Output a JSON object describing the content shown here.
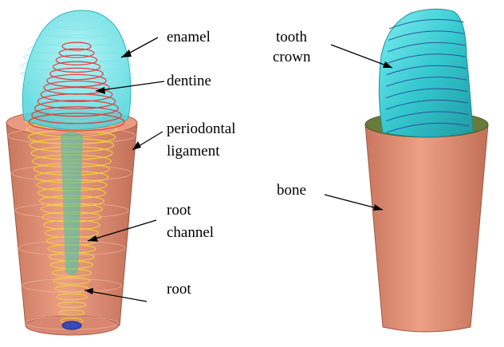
{
  "labels": {
    "enamel": "enamel",
    "dentine": "dentine",
    "periodontal_line1": "periodontal",
    "periodontal_line2": "ligament",
    "root_channel_line1": "root",
    "root_channel_line2": "channel",
    "root": "root",
    "tooth_crown_line1": "tooth",
    "tooth_crown_line2": "crown",
    "bone": "bone"
  },
  "colors": {
    "bone": "#e8957a",
    "bone_dark": "#b86a55",
    "enamel": "#4fd6dc",
    "dentine_wire": "#e23a3a",
    "ligament_wire": "#f2d23a",
    "root_channel": "#36c6a0",
    "crown_contour": "#2a3f8f",
    "gum_ring": "#3a6a2a"
  }
}
